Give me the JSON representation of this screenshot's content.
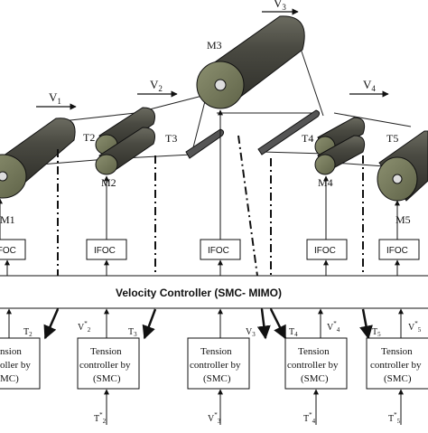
{
  "velocities": {
    "v1": "V",
    "v1_sub": "1",
    "v2": "V",
    "v2_sub": "2",
    "v3": "V",
    "v3_sub": "3",
    "v4": "V",
    "v4_sub": "4"
  },
  "motors": {
    "m1": "M1",
    "m2": "M2",
    "m3": "M3",
    "m4": "M4",
    "m5": "M5"
  },
  "tensions_top": {
    "t2": "T2",
    "t3": "T3",
    "t4": "T4",
    "t5": "T5"
  },
  "ifoc_label": "IFOC",
  "velocity_controller": "Velocity Controller (SMC- MIMO)",
  "signals": {
    "t2": "T",
    "t2_sub": "2",
    "v2": "V",
    "v2_sup": "*",
    "v2_sub": "2",
    "t3": "T",
    "t3_sub": "3",
    "v3": "V",
    "v3_sub": "3",
    "t4": "T",
    "t4_sub": "4",
    "v4": "V",
    "v4_sup": "*",
    "v4_sub": "4",
    "t5": "T",
    "t5_sub": "5",
    "v5": "V",
    "v5_sup": "*",
    "v5_sub": "5"
  },
  "tension_controller": {
    "line1": "Tension",
    "line2": "controller by",
    "line3": "(SMC)"
  },
  "left_controller": {
    "line1": "nsion",
    "line2": "oller by",
    "line3": "MC)"
  },
  "right_controller": {
    "line1": "Tension",
    "line2": "controller by",
    "line3": "(SMC)"
  },
  "refs": {
    "t2": "T",
    "t2_sup": "*",
    "t2_sub": "2",
    "v3": "V",
    "v3_sup": "*",
    "v3_sub": "3",
    "t4": "T",
    "t4_sup": "*",
    "t4_sub": "4",
    "t5": "T",
    "t5_sup": "*",
    "t5_sub": "5"
  }
}
